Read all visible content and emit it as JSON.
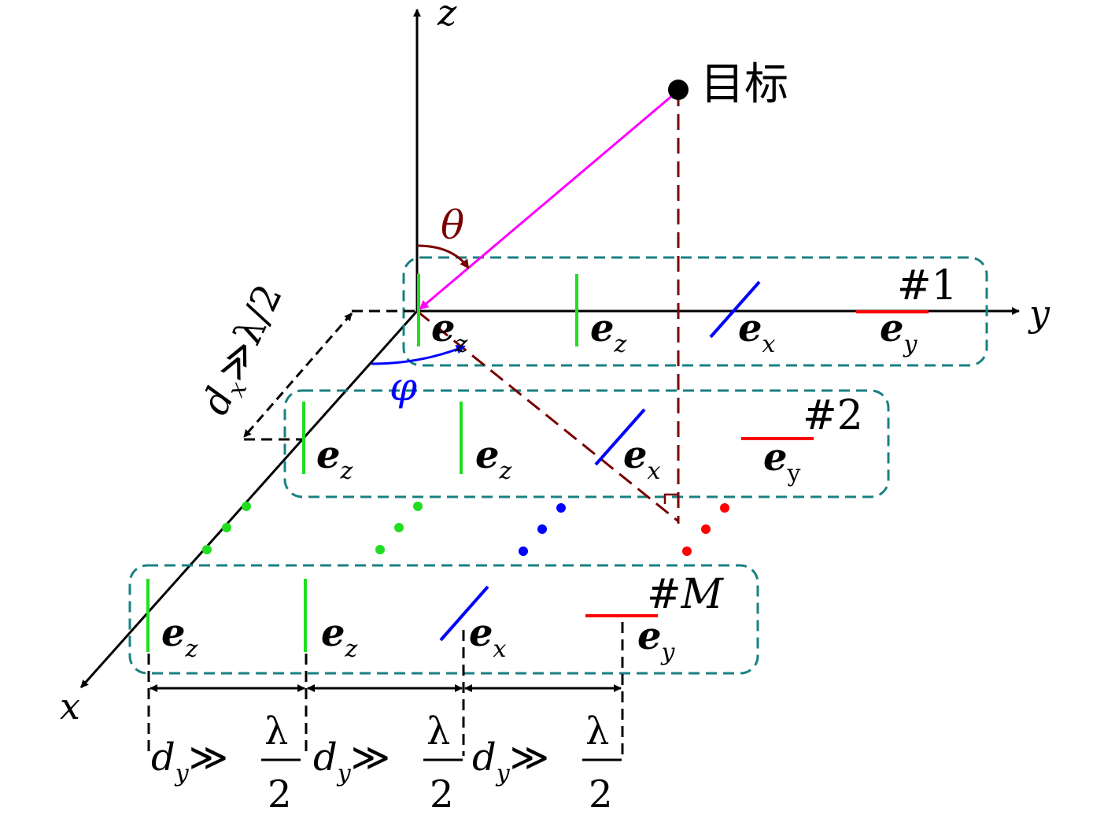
{
  "axes": {
    "x": "x",
    "y": "y",
    "z": "z"
  },
  "target": {
    "label": "目标"
  },
  "angles": {
    "theta": "θ",
    "phi": "φ"
  },
  "subarrays": [
    {
      "label": "#1",
      "elements": [
        {
          "base": "e",
          "sub": "z"
        },
        {
          "base": "e",
          "sub": "z"
        },
        {
          "base": "e",
          "sub": "x"
        },
        {
          "base": "e",
          "sub": "y"
        }
      ]
    },
    {
      "label": "#2",
      "elements": [
        {
          "base": "e",
          "sub": "z"
        },
        {
          "base": "e",
          "sub": "z"
        },
        {
          "base": "e",
          "sub": "x"
        },
        {
          "base": "e",
          "sub": "y"
        }
      ]
    },
    {
      "label": "#M",
      "elements": [
        {
          "base": "e",
          "sub": "z"
        },
        {
          "base": "e",
          "sub": "z"
        },
        {
          "base": "e",
          "sub": "x"
        },
        {
          "base": "e",
          "sub": "y"
        }
      ]
    }
  ],
  "spacing_dx": {
    "d": "d",
    "sub": "x",
    "rel": "≫",
    "lambda": "λ",
    "slash": "/",
    "two": "2"
  },
  "spacing_dy": {
    "d": "d",
    "sub": "y",
    "rel": "≫",
    "num": "λ",
    "den": "2"
  },
  "colors": {
    "axis": "#000000",
    "ez": "#22dd22",
    "ex": "#0000ff",
    "ey": "#ff0000",
    "target_line": "#ff00ff",
    "projection": "#7a0000",
    "box": "#1a8080",
    "phi": "#0000ff",
    "theta": "#7a0000"
  }
}
